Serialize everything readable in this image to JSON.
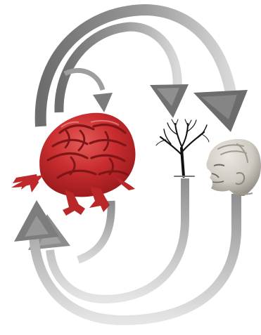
{
  "image": {
    "background": "#ffffff",
    "elements": [
      "frog-brain",
      "bare-tree",
      "sculpted-head",
      "circular-arrows"
    ]
  },
  "colors": {
    "brain_red": "#c92d2f",
    "brain_dark": "#8e1518",
    "brain_highlight": "#e35b57",
    "arrow_gray": "#8c8c8c",
    "arrow_dark": "#5a5a5a",
    "arrow_light": "#d8d8d8",
    "head_stone": "#cfcac2",
    "head_shadow": "#8f8a82",
    "tree_black": "#111111"
  }
}
